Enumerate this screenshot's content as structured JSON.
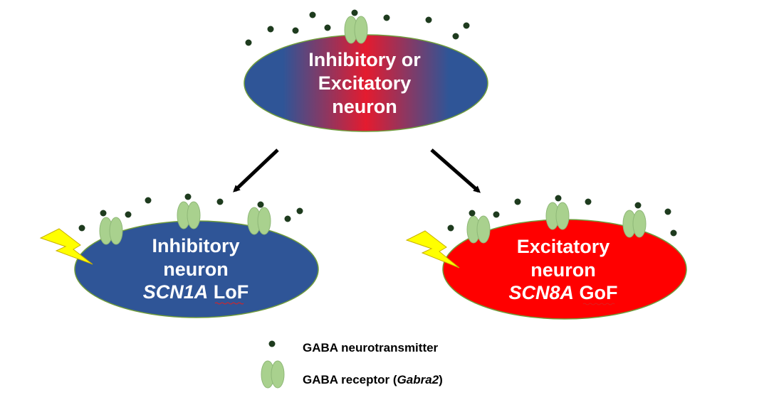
{
  "top_neuron": {
    "lines": [
      "Inhibitory or",
      "Excitatory",
      "neuron"
    ]
  },
  "left_neuron": {
    "line1": "Inhibitory",
    "line2": "neuron",
    "gene": "SCN1A",
    "effect": "LoF"
  },
  "right_neuron": {
    "line1": "Excitatory",
    "line2": "neuron",
    "gene": "SCN8A",
    "effect": "GoF"
  },
  "legend": {
    "neurotransmitter": "GABA neurotransmitter",
    "receptor_prefix": "GABA receptor (",
    "receptor_gene": "Gabra2",
    "receptor_suffix": ")"
  },
  "colors": {
    "inhibitory": "#2f5597",
    "excitatory": "#ff0000",
    "receptor": "#a9d18e",
    "neurotransmitter": "#1e3b1e",
    "lightning": "#ffff00"
  }
}
